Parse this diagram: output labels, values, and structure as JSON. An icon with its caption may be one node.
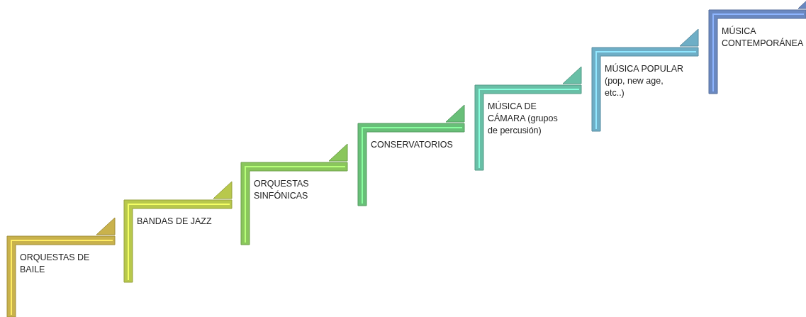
{
  "diagram": {
    "nodes": [
      {
        "text": [
          "ORQUESTAS DE BAILE"
        ]
      },
      {
        "text": [
          "BANDAS DE JAZZ"
        ]
      },
      {
        "text": [
          "ORQUESTAS SINFÓNICAS"
        ]
      },
      {
        "text": [
          "CONSERVATORIOS"
        ]
      },
      {
        "text": [
          "MÚSICA DE CÁMARA (grupos de percusión)"
        ]
      },
      {
        "text": [
          "MÚSICA POPULAR (pop, new age, etc..)"
        ]
      },
      {
        "text": [
          "MÚSICA CONTEMPORÁNEA"
        ]
      }
    ]
  }
}
